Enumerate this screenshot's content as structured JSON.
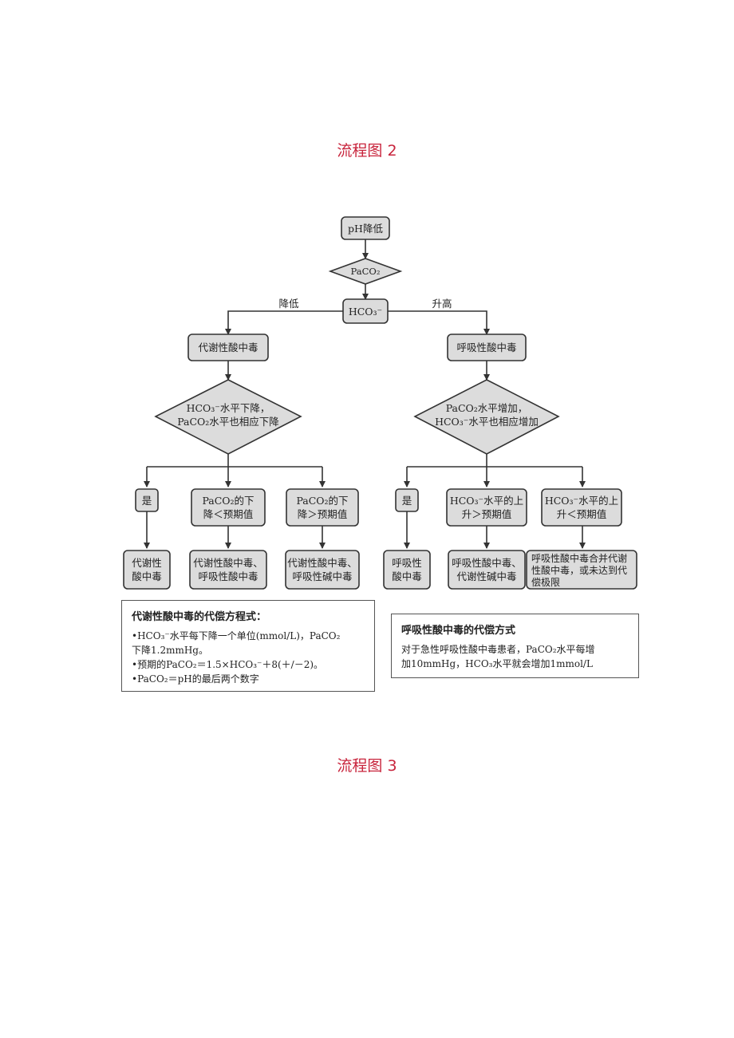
{
  "headings": {
    "top": "流程图 2",
    "bottom": "流程图 3"
  },
  "flow": {
    "start": "pH降低",
    "d1": "PaCO₂",
    "hco3": "HCO₃⁻",
    "label_down": "降低",
    "label_up": "升高",
    "metabolic": "代谢性酸中毒",
    "respiratory": "呼吸性酸中毒",
    "d_left": [
      "HCO₃⁻水平下降，",
      "PaCO₂水平也相应下降"
    ],
    "d_right": [
      "PaCO₂水平增加，",
      "HCO₃⁻水平也相应增加"
    ],
    "l_yes": "是",
    "l_lower": [
      "PaCO₂的下",
      "降＜预期值"
    ],
    "l_higher": [
      "PaCO₂的下",
      "降＞预期值"
    ],
    "r_yes": "是",
    "r_higher": [
      "HCO₃⁻水平的上",
      "升＞预期值"
    ],
    "r_lower": [
      "HCO₃⁻水平的上",
      "升＜预期值"
    ],
    "o_l1": [
      "代谢性",
      "酸中毒"
    ],
    "o_l2": [
      "代谢性酸中毒、",
      "呼吸性酸中毒"
    ],
    "o_l3": [
      "代谢性酸中毒、",
      "呼吸性碱中毒"
    ],
    "o_r1": [
      "呼吸性",
      "酸中毒"
    ],
    "o_r2": [
      "呼吸性酸中毒、",
      "代谢性碱中毒"
    ],
    "o_r3": [
      "呼吸性酸中毒合并代谢",
      "性酸中毒，或未达到代",
      "偿极限"
    ]
  },
  "panel_left": {
    "title": "代谢性酸中毒的代偿方程式：",
    "lines": [
      "•HCO₃⁻水平每下降一个单位(mmol/L)，PaCO₂",
      "下降1.2mmHg。",
      "•预期的PaCO₂＝1.5×HCO₃⁻＋8(＋/－2)。",
      "•PaCO₂＝pH的最后两个数字"
    ]
  },
  "panel_right": {
    "title": "呼吸性酸中毒的代偿方式",
    "lines": [
      "对于急性呼吸性酸中毒患者，PaCO₂水平每增",
      "加10mmHg，HCO₃水平就会增加1mmol/L"
    ]
  }
}
